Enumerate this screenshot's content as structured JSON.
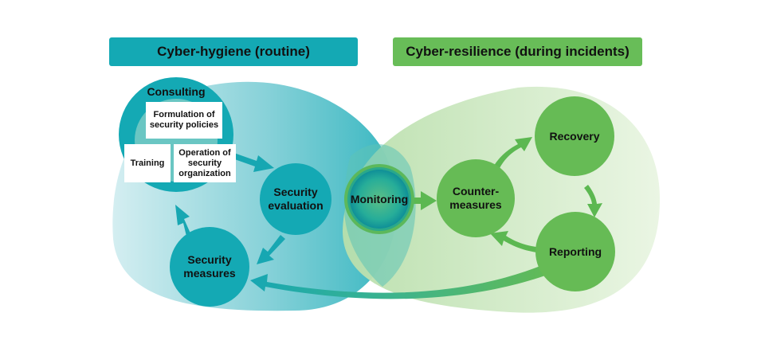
{
  "banners": {
    "hygiene": "Cyber-hygiene (routine)",
    "resilience": "Cyber-resilience (during incidents)"
  },
  "consulting": {
    "title": "Consulting",
    "policies": "Formulation of security policies",
    "training": "Training",
    "organization": "Operation of security organization"
  },
  "nodes": {
    "evaluation": "Security evaluation",
    "monitoring": "Monitoring",
    "measures": "Security measures",
    "countermeasures": "Counter-measures",
    "recovery": "Recovery",
    "reporting": "Reporting"
  },
  "colors": {
    "teal": "#14a9b4",
    "teal_dark": "#0e9aa6",
    "green": "#66bb55",
    "arrow_teal": "#17a7b2",
    "arrow_green": "#5cb851"
  }
}
